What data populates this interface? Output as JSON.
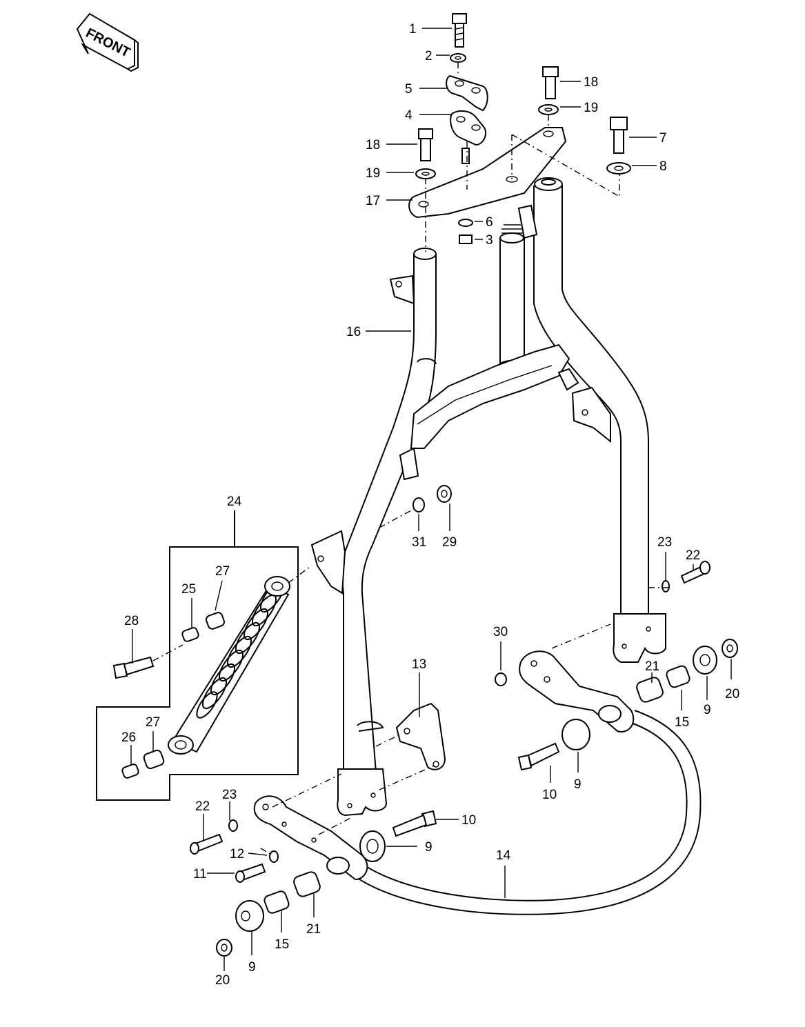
{
  "front_arrow": {
    "text": "FRONT"
  },
  "callouts": [
    {
      "id": "1",
      "text": "1"
    },
    {
      "id": "2",
      "text": "2"
    },
    {
      "id": "5",
      "text": "5"
    },
    {
      "id": "4",
      "text": "4"
    },
    {
      "id": "18a",
      "text": "18"
    },
    {
      "id": "19a",
      "text": "19"
    },
    {
      "id": "17",
      "text": "17"
    },
    {
      "id": "6",
      "text": "6"
    },
    {
      "id": "3",
      "text": "3"
    },
    {
      "id": "18b",
      "text": "18"
    },
    {
      "id": "19b",
      "text": "19"
    },
    {
      "id": "7",
      "text": "7"
    },
    {
      "id": "8",
      "text": "8"
    },
    {
      "id": "16",
      "text": "16"
    },
    {
      "id": "24",
      "text": "24"
    },
    {
      "id": "31",
      "text": "31"
    },
    {
      "id": "29",
      "text": "29"
    },
    {
      "id": "23a",
      "text": "23"
    },
    {
      "id": "22a",
      "text": "22"
    },
    {
      "id": "27a",
      "text": "27"
    },
    {
      "id": "25",
      "text": "25"
    },
    {
      "id": "28",
      "text": "28"
    },
    {
      "id": "30",
      "text": "30"
    },
    {
      "id": "13",
      "text": "13"
    },
    {
      "id": "21a",
      "text": "21"
    },
    {
      "id": "15a",
      "text": "15"
    },
    {
      "id": "9a",
      "text": "9"
    },
    {
      "id": "20a",
      "text": "20"
    },
    {
      "id": "26",
      "text": "26"
    },
    {
      "id": "27b",
      "text": "27"
    },
    {
      "id": "10a",
      "text": "10"
    },
    {
      "id": "9b",
      "text": "9"
    },
    {
      "id": "22b",
      "text": "22"
    },
    {
      "id": "23b",
      "text": "23"
    },
    {
      "id": "10b",
      "text": "10"
    },
    {
      "id": "9c",
      "text": "9"
    },
    {
      "id": "12",
      "text": "12"
    },
    {
      "id": "14",
      "text": "14"
    },
    {
      "id": "11",
      "text": "11"
    },
    {
      "id": "20b",
      "text": "20"
    },
    {
      "id": "9d",
      "text": "9"
    },
    {
      "id": "15b",
      "text": "15"
    },
    {
      "id": "21b",
      "text": "21"
    }
  ]
}
